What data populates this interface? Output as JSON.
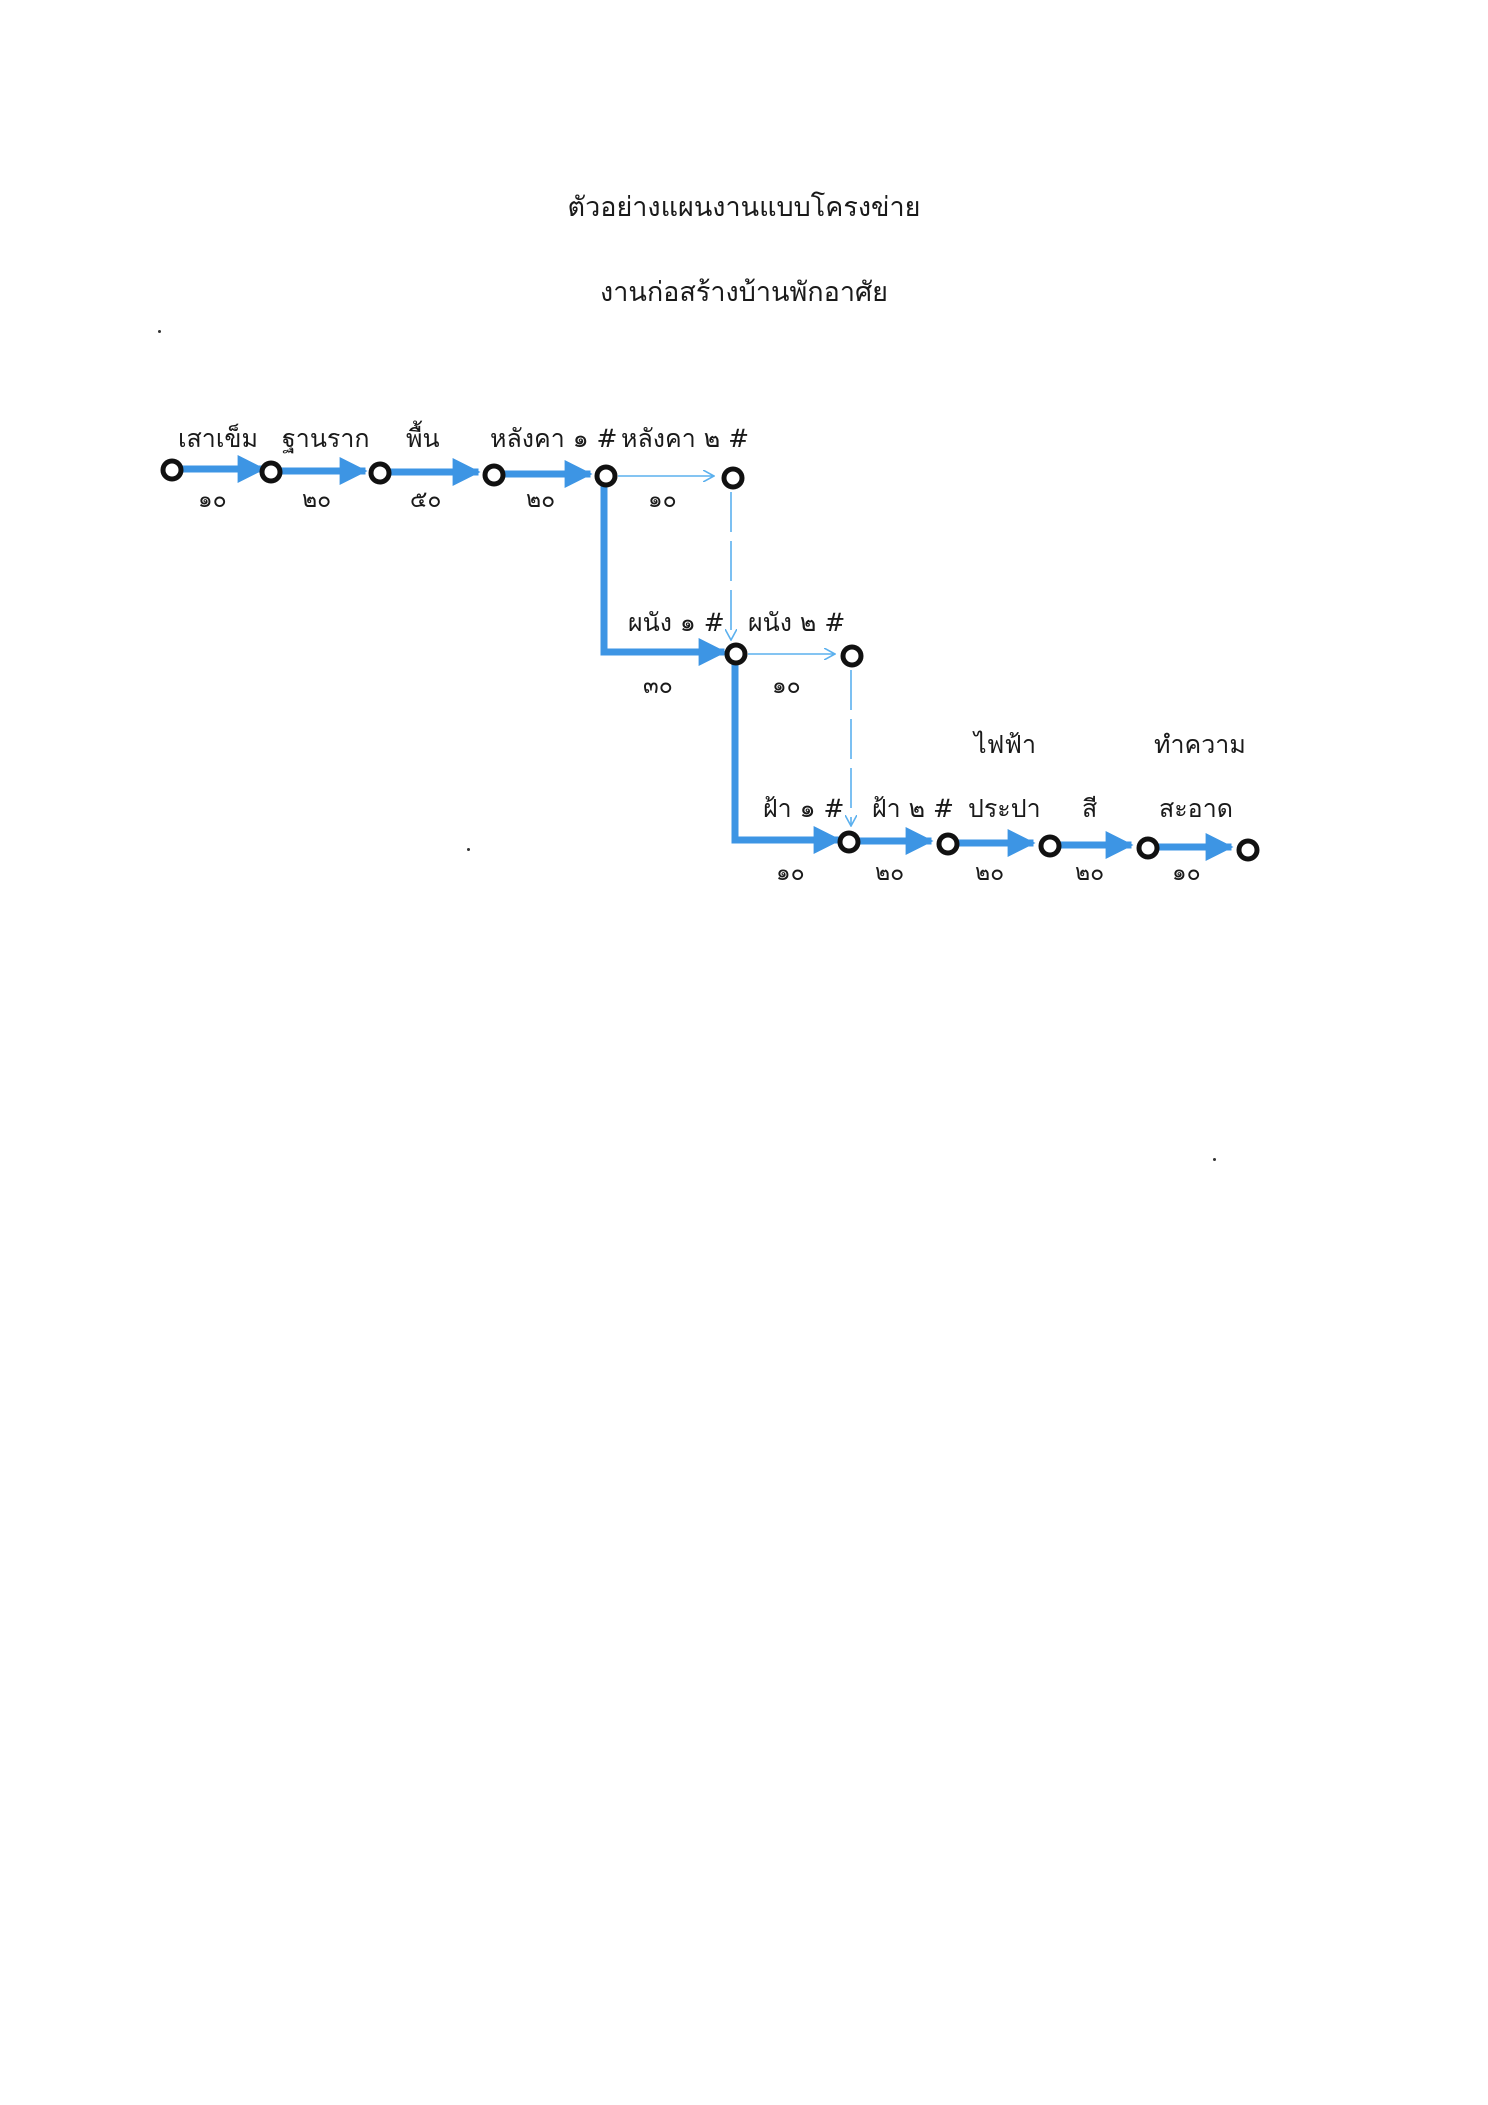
{
  "title": "ตัวอย่างแผนงานแบบโครงข่าย",
  "subtitle": "งานก่อสร้างบ้านพักอาศัย",
  "colors": {
    "critical": "#3d95e4",
    "line": "#5bb0ee",
    "node": "#111111",
    "text": "#1a1a1a"
  },
  "activities": [
    {
      "label": "เสาเข็ม",
      "duration": "๑๐"
    },
    {
      "label": "ฐานราก",
      "duration": "๒๐"
    },
    {
      "label": "พื้น",
      "duration": "๕๐"
    },
    {
      "label": "หลังคา ๑ #",
      "duration": "๒๐"
    },
    {
      "label": "หลังคา ๒ #",
      "duration": "๑๐"
    },
    {
      "label": "ผนัง ๑ #",
      "duration": "๓๐"
    },
    {
      "label": "ผนัง ๒ #",
      "duration": "๑๐"
    },
    {
      "label": "ฝ้า ๑ #",
      "duration": "๑๐"
    },
    {
      "label": "ฝ้า ๒ #",
      "duration": "๒๐"
    },
    {
      "label": "ไฟฟ้า",
      "label2": "ประปา",
      "duration": "๒๐"
    },
    {
      "label": "สี",
      "duration": "๒๐"
    },
    {
      "label": "ทำความ",
      "label2": "สะอาด",
      "duration": "๑๐"
    }
  ]
}
